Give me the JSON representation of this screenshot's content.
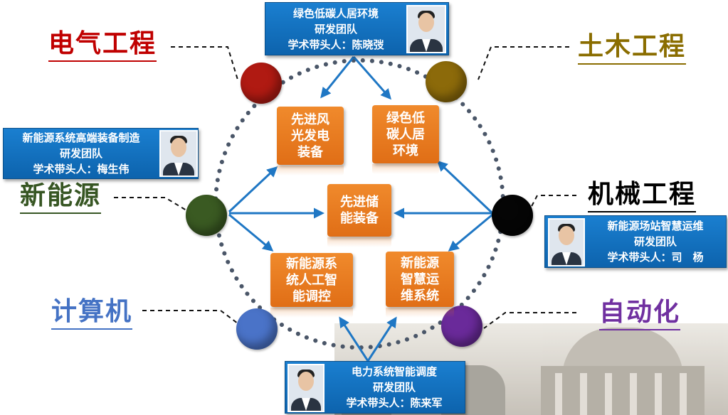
{
  "fields": {
    "electrical": {
      "label": "电气工程",
      "color": "#c00000"
    },
    "civil": {
      "label": "土木工程",
      "color": "#8a6d00"
    },
    "new_energy": {
      "label": "新能源",
      "color": "#375623"
    },
    "mechanical": {
      "label": "机械工程",
      "color": "#000000"
    },
    "computer": {
      "label": "计算机",
      "color": "#4472c4"
    },
    "automation": {
      "label": "自动化",
      "color": "#7030a0"
    }
  },
  "node_colors": {
    "electrical": "#b01a12",
    "civil": "#8c6a0a",
    "new_energy": "#3a5a22",
    "mechanical": "#050505",
    "computer": "#4a73c8",
    "automation": "#6a2a9a"
  },
  "teams": {
    "green_building": {
      "lines": [
        "绿色低碳人居环境",
        "研发团队",
        "学术带头人：陈晓弢"
      ]
    },
    "equipment": {
      "lines": [
        "新能源系统高端装备制造",
        "研发团队",
        "学术带头人：梅生伟"
      ]
    },
    "station_om": {
      "lines": [
        "新能源场站智慧运维",
        "研发团队",
        "学术带头人：司　杨"
      ]
    },
    "dispatch": {
      "lines": [
        "电力系统智能调度",
        "研发团队",
        "学术带头人：陈来军"
      ]
    }
  },
  "tech": {
    "wind_solar": {
      "lines": [
        "先进风",
        "光发电",
        "装备"
      ]
    },
    "green_living": {
      "lines": [
        "绿色低",
        "碳人居",
        "环境"
      ]
    },
    "storage": {
      "lines": [
        "先进储",
        "能装备"
      ]
    },
    "ai_control": {
      "lines": [
        "新能源系",
        "统人工智",
        "能调控"
      ]
    },
    "smart_om": {
      "lines": [
        "新能源",
        "智慧运",
        "维系统"
      ]
    }
  },
  "colors": {
    "team_blue": "#0d63ad",
    "tech_orange": "#e8781f",
    "arrow_blue": "#1f77c4",
    "ring_dots": "#4a5668"
  }
}
